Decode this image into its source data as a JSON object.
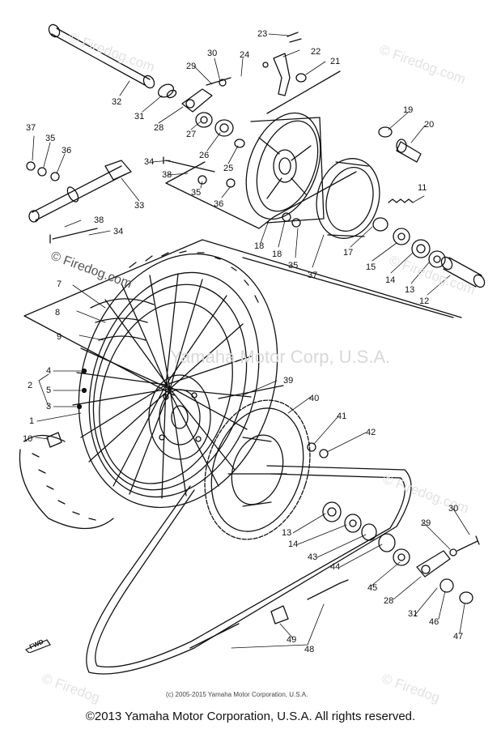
{
  "watermarks": {
    "firedog_top_left": "© Firedog.com",
    "firedog_top_right": "© Firedog.com",
    "firedog_mid_left": "© Firedog.com",
    "firedog_mid_right": "© Firedog.com",
    "firedog_lower_right": "© Firedog.com",
    "firedog_bottom_left": "© Firedog",
    "firedog_bottom_right": "© Firedog",
    "yamaha_center": "Yamaha Motor Corp, U.S.A."
  },
  "fine_print": "(c) 2005-2015 Yamaha Motor Corporation, U.S.A.",
  "footer": "©2013 Yamaha Motor Corporation, U.S.A. All rights reserved.",
  "fwd_label": "FWD",
  "part_labels": [
    "23",
    "22",
    "21",
    "30",
    "29",
    "24",
    "32",
    "31",
    "28",
    "27",
    "26",
    "19",
    "20",
    "25",
    "37",
    "35",
    "36",
    "34",
    "38",
    "35",
    "36",
    "33",
    "18",
    "18",
    "35",
    "37",
    "17",
    "15",
    "14",
    "13",
    "12",
    "11",
    "38",
    "34",
    "7",
    "8",
    "9",
    "4",
    "5",
    "3",
    "2",
    "1",
    "39",
    "40",
    "41",
    "42",
    "10",
    "13",
    "14",
    "43",
    "44",
    "45",
    "29",
    "30",
    "28",
    "31",
    "46",
    "47",
    "49",
    "48"
  ]
}
